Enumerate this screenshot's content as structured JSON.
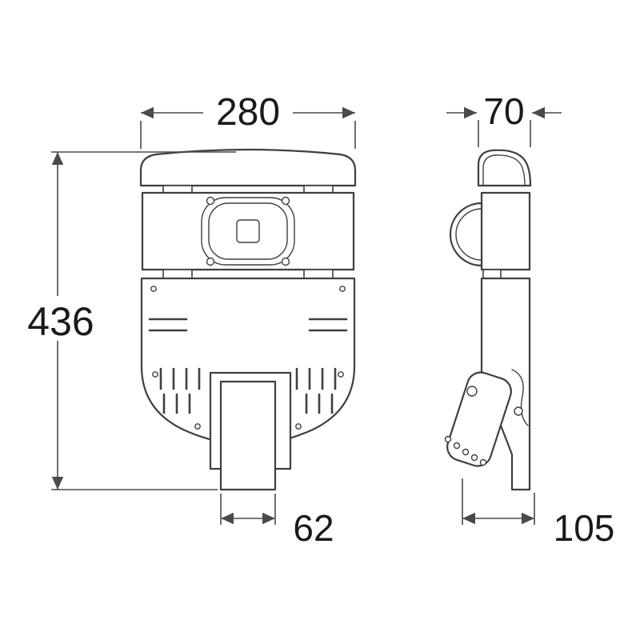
{
  "page": {
    "background": "#ffffff",
    "line_color": "#3f3f3f",
    "text_color": "#1a1a1a"
  },
  "drawing": {
    "name": "street-light-technical-dimension-drawing",
    "views": {
      "front": "front-view",
      "side": "side-view"
    },
    "dimensions": {
      "front_width": "280",
      "side_width": "70",
      "overall_height": "436",
      "mount_width": "62",
      "side_depth": "105"
    }
  }
}
